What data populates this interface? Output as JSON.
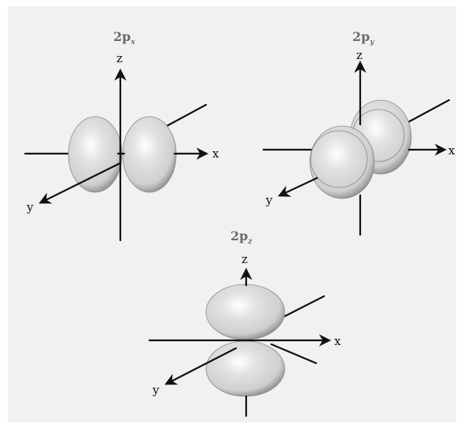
{
  "figure": {
    "background": "#f1f1f1",
    "lobe_light": "#ffffff",
    "lobe_mid": "#cfcfcf",
    "lobe_dark": "#8c8c8c",
    "orbitals": [
      {
        "id": "px",
        "label_main": "2p",
        "label_sub": "x",
        "axis_x": "x",
        "axis_y": "y",
        "axis_z": "z"
      },
      {
        "id": "py",
        "label_main": "2p",
        "label_sub": "y",
        "axis_x": "x",
        "axis_y": "y",
        "axis_z": "z"
      },
      {
        "id": "pz",
        "label_main": "2p",
        "label_sub": "z",
        "axis_x": "x",
        "axis_y": "y",
        "axis_z": "z"
      }
    ]
  }
}
